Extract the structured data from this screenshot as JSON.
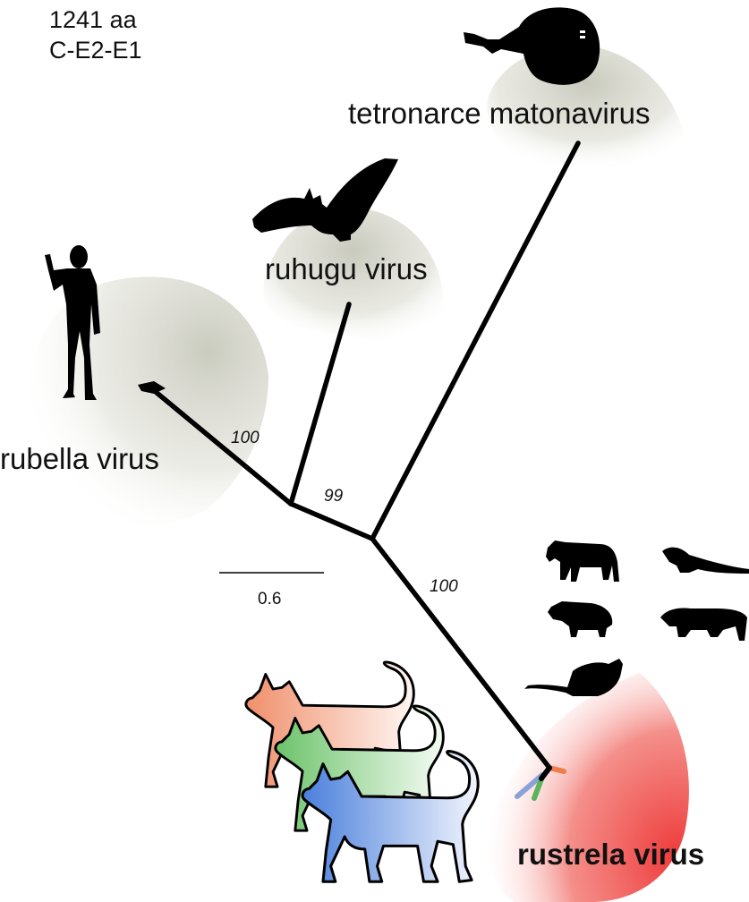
{
  "header": {
    "length": "1241 aa",
    "region": "C-E2-E1"
  },
  "taxa": {
    "rubella": "rubella virus",
    "ruhugu": "ruhugu virus",
    "tetronarce": "tetronarce matonavirus",
    "rustrela": "rustrela virus"
  },
  "support_values": {
    "rubella_branch": "100",
    "internal_node": "99",
    "rustrela_branch": "100"
  },
  "scale_bar": {
    "value": "0.6"
  },
  "colors": {
    "branch": "#000000",
    "rubella_halo": "#c9cabd",
    "rustrela_halo": "#ee3b3b",
    "cat_orange": "#f08f6b",
    "cat_green": "#6cc36a",
    "cat_blue": "#4a7fdc",
    "tip_orange": "#f07a48",
    "tip_green": "#5ab45a",
    "tip_blue": "#8aa2d8"
  },
  "icons": [
    "human-silhouette-icon",
    "bat-silhouette-icon",
    "electric-ray-silhouette-icon",
    "zebra-silhouette-icon",
    "otter-silhouette-icon",
    "capybara-silhouette-icon",
    "badger-silhouette-icon",
    "mouse-silhouette-icon",
    "cat-outline-icon"
  ]
}
